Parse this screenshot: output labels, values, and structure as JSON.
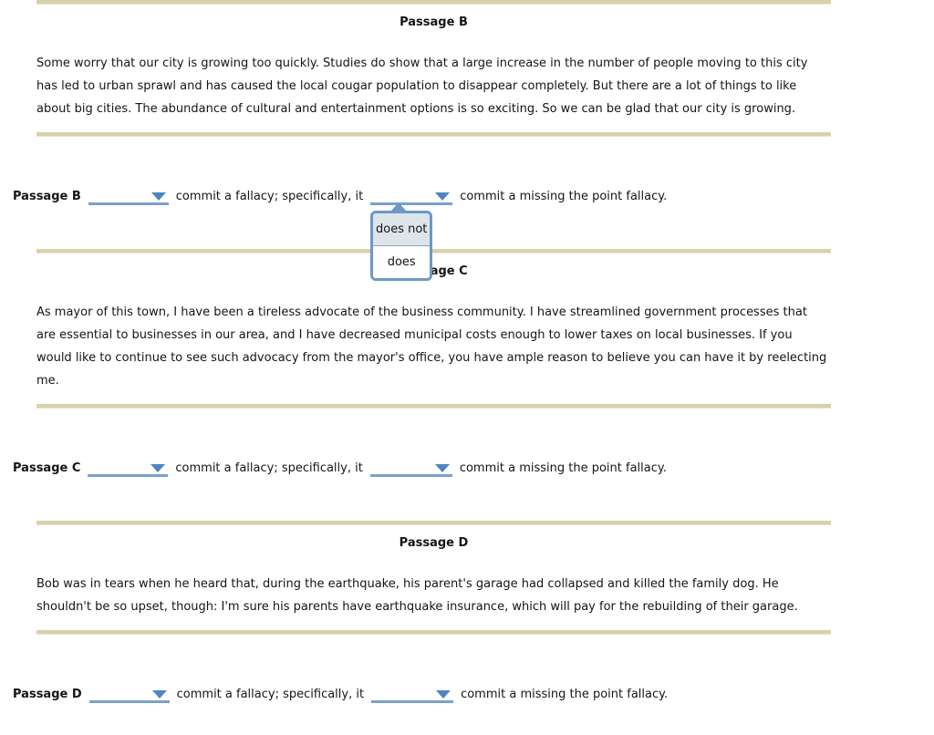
{
  "passages": [
    {
      "title": "Passage B",
      "text": "Some worry that our city is growing too quickly. Studies do show that a large increase in the number of people moving to this city has led to urban sprawl and has caused the local cougar population to disappear completely. But there are a lot of things to like about big cities. The abundance of cultural and entertainment options is so exciting. So we can be glad that our city is growing."
    },
    {
      "title": "Passage C",
      "text": "As mayor of this town, I have been a tireless advocate of the business community. I have streamlined government processes that are essential to businesses in our area, and I have decreased municipal costs enough to lower taxes on local businesses. If you would like to continue to see such advocacy from the mayor's office, you have ample reason to believe you can have it by reelecting me."
    },
    {
      "title": "Passage D",
      "text": "Bob was in tears when he heard that, during the earthquake, his parent's garage had collapsed and killed the family dog. He shouldn't be so upset, though: I'm sure his parents have earthquake insurance, which will pay for the rebuilding of their garage."
    }
  ],
  "questions": [
    {
      "label": "Passage B",
      "dropdown1_value": "",
      "middle": "commit a fallacy; specifically, it",
      "dropdown2_value": "",
      "end": "commit a missing the point fallacy.",
      "dropdown2_open": true
    },
    {
      "label": "Passage C",
      "dropdown1_value": "",
      "middle": "commit a fallacy; specifically, it",
      "dropdown2_value": "",
      "end": "commit a missing the point fallacy.",
      "dropdown2_open": false
    },
    {
      "label": "Passage D",
      "dropdown1_value": "",
      "middle": "commit a fallacy; specifically, it",
      "dropdown2_value": "",
      "end": "commit a missing the point fallacy.",
      "dropdown2_open": false
    }
  ],
  "dropdown_menu": {
    "options": [
      "does not",
      "does"
    ],
    "highlighted": "does not"
  },
  "colors": {
    "divider": "#d8d1a9",
    "underline": "#7aa1ca",
    "triangle": "#4e86c0",
    "popup_border": "#6b99c7",
    "popup_highlight": "#dde4ea"
  }
}
